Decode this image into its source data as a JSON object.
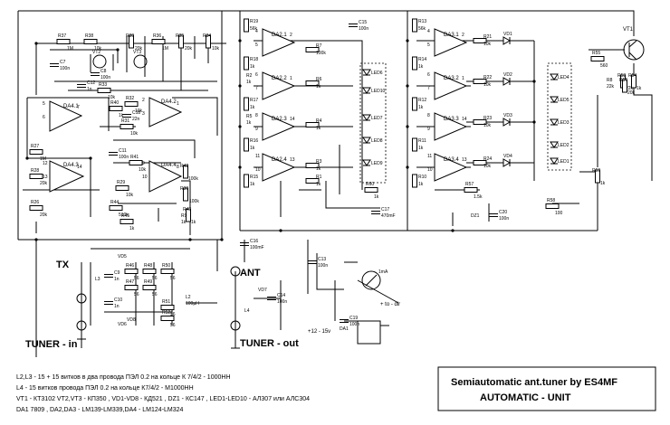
{
  "title": {
    "line1": "Semiautomatic ant.tuner by ES4MF",
    "line2": "AUTOMATIC - UNIT"
  },
  "notes": [
    "L2,L3 - 15  + 15 витков в два провода ПЭЛ 0.2 на кольце К 7/4/2 - 1000НН",
    "L4 - 15 витков провода ПЭЛ 0.2 на кольце К7/4/2 - М1000НН",
    "VT1 - КТ3102 VT2,VT3 - КП350 , VD1-VD8 - КД521 , DZ1 - КС147 , LED1-LED10 - АЛ307 или  АЛС304",
    "DA1 7809 , DA2,DA3 - LM139-LM339,DA4 - LM124-LM324"
  ],
  "terminals": {
    "tx": "TX",
    "ant": "ANT",
    "tuner_in": "TUNER - in",
    "tuner_out": "TUNER - out",
    "supply": "+12 - 15v",
    "to_dir": "+ to - dir",
    "meter": "1mA"
  },
  "opamps_left": [
    {
      "ref": "DA4.1",
      "pins": [
        "5",
        "6",
        "7"
      ]
    },
    {
      "ref": "DA4.2",
      "pins": [
        "2",
        "3",
        "1"
      ]
    },
    {
      "ref": "DA4.3",
      "pins": [
        "12",
        "13",
        "14"
      ]
    },
    {
      "ref": "DA4.4",
      "pins": [
        "9",
        "10",
        "8"
      ]
    }
  ],
  "comparators_da2": [
    {
      "ref": "DA2.1",
      "pins": [
        "4",
        "5",
        "2"
      ]
    },
    {
      "ref": "DA2.2",
      "pins": [
        "6",
        "7",
        "1"
      ]
    },
    {
      "ref": "DA2.3",
      "pins": [
        "8",
        "9",
        "14"
      ]
    },
    {
      "ref": "DA2.4",
      "pins": [
        "11",
        "10",
        "13"
      ]
    }
  ],
  "comparators_da3": [
    {
      "ref": "DA3.1",
      "pins": [
        "4",
        "5",
        "2"
      ]
    },
    {
      "ref": "DA3.2",
      "pins": [
        "6",
        "7",
        "1"
      ]
    },
    {
      "ref": "DA3.3",
      "pins": [
        "8",
        "9",
        "14"
      ]
    },
    {
      "ref": "DA3.4",
      "pins": [
        "11",
        "10",
        "13"
      ]
    }
  ],
  "leds_a": [
    "LED6",
    "LED10",
    "LED7",
    "LED8",
    "LED9"
  ],
  "leds_b": [
    "LED4",
    "LED5",
    "LED3",
    "LED2",
    "LED1"
  ],
  "diodes_right": [
    "VD1",
    "VD2",
    "VD3",
    "VD4"
  ],
  "transistors": [
    "VT1",
    "VT2",
    "VT3"
  ],
  "resistors_top_left": [
    {
      "ref": "R37",
      "val": "1M"
    },
    {
      "ref": "R38",
      "val": "10k"
    },
    {
      "ref": "R39",
      "val": "20k"
    },
    {
      "ref": "R36",
      "val": "1M"
    },
    {
      "ref": "R35",
      "val": "20k"
    },
    {
      "ref": "R34",
      "val": "10k"
    }
  ],
  "resistors_mid_left": [
    {
      "ref": "R33",
      "val": "10k"
    },
    {
      "ref": "R32",
      "val": "10k"
    },
    {
      "ref": "R31",
      "val": "10k"
    },
    {
      "ref": "R30",
      "val": "100k"
    },
    {
      "ref": "R29",
      "val": "10k"
    },
    {
      "ref": "R28",
      "val": "20k"
    },
    {
      "ref": "R27",
      "val": "1M"
    },
    {
      "ref": "R26",
      "val": "20k"
    }
  ],
  "resistors_da2": [
    {
      "ref": "R19",
      "val": "56k"
    },
    {
      "ref": "R18",
      "val": "1k"
    },
    {
      "ref": "R17",
      "val": "1k"
    },
    {
      "ref": "R16",
      "val": "1k"
    },
    {
      "ref": "R15",
      "val": "1k"
    },
    {
      "ref": "R7",
      "val": "100k"
    },
    {
      "ref": "R6",
      "val": "1k"
    },
    {
      "ref": "R4",
      "val": "1k"
    },
    {
      "ref": "R3",
      "val": "1k"
    },
    {
      "ref": "R1",
      "val": "1k"
    }
  ],
  "resistors_da3": [
    {
      "ref": "R13",
      "val": "56k"
    },
    {
      "ref": "R14",
      "val": "1k"
    },
    {
      "ref": "R12",
      "val": "1k"
    },
    {
      "ref": "R11",
      "val": "1k"
    },
    {
      "ref": "R10",
      "val": "1k"
    },
    {
      "ref": "R21",
      "val": "10k"
    },
    {
      "ref": "R22",
      "val": "10k"
    },
    {
      "ref": "R23",
      "val": "10k"
    },
    {
      "ref": "R24",
      "val": "10k"
    }
  ],
  "resistors_misc": [
    {
      "ref": "R40",
      "val": "1k"
    },
    {
      "ref": "R41",
      "val": "10k"
    },
    {
      "ref": "R42",
      "val": "100k"
    },
    {
      "ref": "R43",
      "val": "1k"
    },
    {
      "ref": "R44",
      "val": "510k"
    },
    {
      "ref": "R45",
      "val": "1k"
    },
    {
      "ref": "R46",
      "val": "56"
    },
    {
      "ref": "R47",
      "val": "56"
    },
    {
      "ref": "R48",
      "val": "56"
    },
    {
      "ref": "R49",
      "val": "56"
    },
    {
      "ref": "R50",
      "val": "56"
    },
    {
      "ref": "R51",
      "val": "56"
    },
    {
      "ref": "R52",
      "val": "56"
    },
    {
      "ref": "R53",
      "val": "22k"
    },
    {
      "ref": "R54",
      "val": "1k"
    },
    {
      "ref": "R55",
      "val": "560"
    },
    {
      "ref": "R56",
      "val": "20k"
    },
    {
      "ref": "R57",
      "val": "1.5k"
    },
    {
      "ref": "R58",
      "val": "100"
    },
    {
      "ref": "R59",
      "val": "1k"
    },
    {
      "ref": "R60",
      "val": "1k"
    }
  ],
  "capacitors": [
    {
      "ref": "C7",
      "val": "100n"
    },
    {
      "ref": "C8",
      "val": "100n"
    },
    {
      "ref": "C9",
      "val": "1n"
    },
    {
      "ref": "C10",
      "val": "1n"
    },
    {
      "ref": "C11",
      "val": "100n"
    },
    {
      "ref": "C12",
      "val": "1n"
    },
    {
      "ref": "C13",
      "val": "100n"
    },
    {
      "ref": "C14",
      "val": "100n"
    },
    {
      "ref": "C15",
      "val": "100n"
    },
    {
      "ref": "C16",
      "val": "100mF"
    },
    {
      "ref": "C17",
      "val": "470mF"
    },
    {
      "ref": "C18",
      "val": "22n"
    },
    {
      "ref": "C19",
      "val": "100n"
    },
    {
      "ref": "C20",
      "val": "100n"
    }
  ],
  "misc_parts": [
    {
      "ref": "L2",
      "val": "100µH"
    },
    {
      "ref": "L3",
      "val": ""
    },
    {
      "ref": "L4",
      "val": ""
    },
    {
      "ref": "VD5",
      "val": ""
    },
    {
      "ref": "VD6",
      "val": ""
    },
    {
      "ref": "VD7",
      "val": ""
    },
    {
      "ref": "VD8",
      "val": ""
    },
    {
      "ref": "DZ1",
      "val": ""
    },
    {
      "ref": "R2",
      "val": "1k"
    },
    {
      "ref": "R5",
      "val": "1k"
    },
    {
      "ref": "R8",
      "val": "22k"
    },
    {
      "ref": "R9",
      "val": "1k"
    },
    {
      "ref": "DA1",
      "val": ""
    }
  ]
}
